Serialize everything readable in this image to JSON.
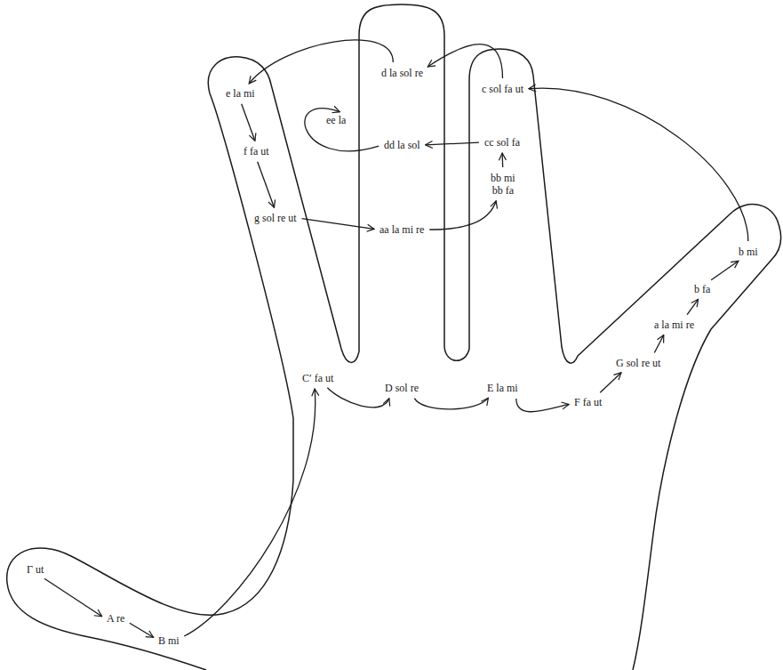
{
  "diagram": {
    "nodes": [
      {
        "text": [
          "Γ ut"
        ]
      },
      {
        "text": [
          "A re"
        ]
      },
      {
        "text": [
          "B mi"
        ]
      },
      {
        "text": [
          "C′ fa ut"
        ]
      },
      {
        "text": [
          "D sol re"
        ]
      },
      {
        "text": [
          "E la mi"
        ]
      },
      {
        "text": [
          "F fa ut"
        ]
      },
      {
        "text": [
          "G sol re ut"
        ]
      },
      {
        "text": [
          "a la mi re"
        ]
      },
      {
        "text": [
          "b fa"
        ]
      },
      {
        "text": [
          "b mi"
        ]
      },
      {
        "text": [
          "c sol fa ut"
        ]
      },
      {
        "text": [
          "d la sol re"
        ]
      },
      {
        "text": [
          "e la mi"
        ]
      },
      {
        "text": [
          "f fa ut"
        ]
      },
      {
        "text": [
          "g sol re ut"
        ]
      },
      {
        "text": [
          "aa la mi re"
        ]
      },
      {
        "text": [
          "bb mi",
          "bb fa"
        ]
      },
      {
        "text": [
          "cc sol fa"
        ]
      },
      {
        "text": [
          "dd la sol"
        ]
      },
      {
        "text": [
          "ee la"
        ]
      }
    ],
    "edges": [
      {
        "from": 0,
        "to": 1,
        "arrow": "to"
      },
      {
        "from": 1,
        "to": 2,
        "arrow": "to"
      },
      {
        "from": 2,
        "to": 3,
        "arrow": "to"
      },
      {
        "from": 3,
        "to": 4,
        "arrow": "to"
      },
      {
        "from": 4,
        "to": 5,
        "arrow": "to"
      },
      {
        "from": 5,
        "to": 6,
        "arrow": "to"
      },
      {
        "from": 6,
        "to": 7,
        "arrow": "to"
      },
      {
        "from": 7,
        "to": 8,
        "arrow": "to"
      },
      {
        "from": 8,
        "to": 9,
        "arrow": "to"
      },
      {
        "from": 9,
        "to": 10,
        "arrow": "to"
      },
      {
        "from": 10,
        "to": 11,
        "arrow": "to"
      },
      {
        "from": 11,
        "to": 12,
        "arrow": "to"
      },
      {
        "from": 12,
        "to": 13,
        "arrow": "to"
      },
      {
        "from": 13,
        "to": 14,
        "arrow": "to"
      },
      {
        "from": 14,
        "to": 15,
        "arrow": "to"
      },
      {
        "from": 15,
        "to": 16,
        "arrow": "to"
      },
      {
        "from": 16,
        "to": 17,
        "arrow": "to"
      },
      {
        "from": 17,
        "to": 18,
        "arrow": "to"
      },
      {
        "from": 18,
        "to": 19,
        "arrow": "to"
      },
      {
        "from": 19,
        "to": 20,
        "arrow": "to"
      }
    ]
  }
}
